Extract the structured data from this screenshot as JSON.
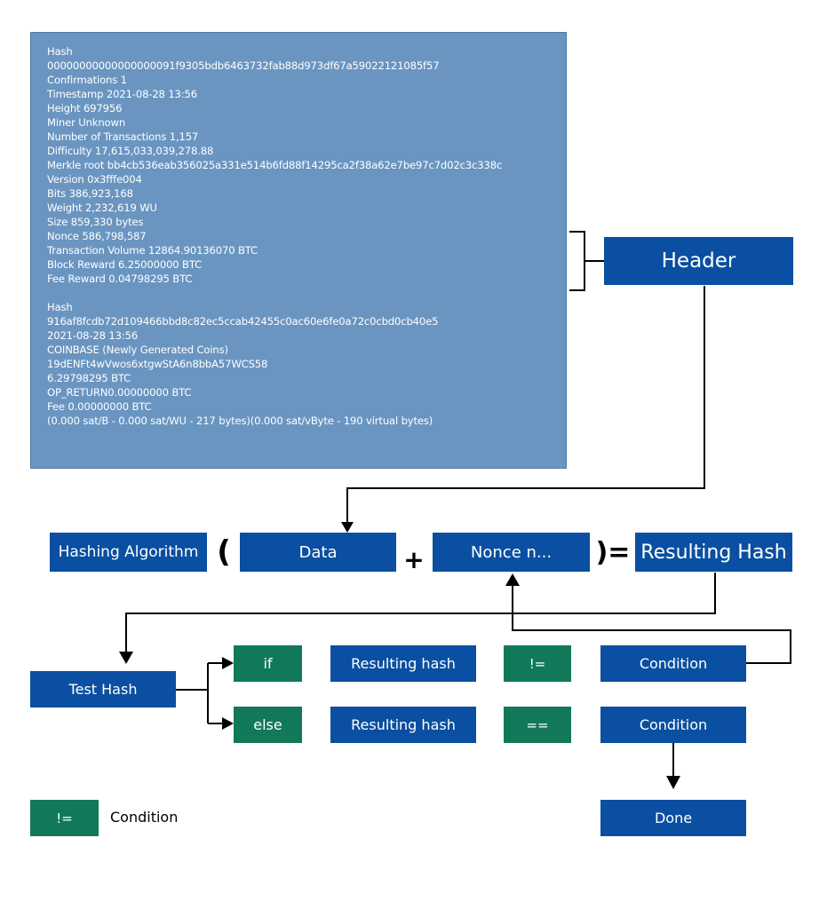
{
  "block_info": {
    "header_lines": [
      "Hash",
      "00000000000000000091f9305bdb6463732fab88d973df67a59022121085f57",
      "Confirmations 1",
      "Timestamp 2021-08-28 13:56",
      "Height 697956",
      "Miner Unknown",
      "Number of Transactions 1,157",
      "Difficulty 17,615,033,039,278.88",
      "Merkle root bb4cb536eab356025a331e514b6fd88f14295ca2f38a62e7be97c7d02c3c338c",
      "Version 0x3fffe004",
      "Bits 386,923,168",
      "Weight 2,232,619 WU",
      "Size 859,330 bytes",
      "Nonce 586,798,587",
      "Transaction Volume 12864.90136070 BTC",
      "Block Reward 6.25000000 BTC",
      "Fee Reward 0.04798295 BTC"
    ],
    "transaction_lines": [
      "Hash",
      "916af8fcdb72d109466bbd8c82ec5ccab42455c0ac60e6fe0a72c0cbd0cb40e5",
      "2021-08-28 13:56",
      "COINBASE (Newly Generated Coins)",
      "19dENFt4wVwos6xtgwStA6n8bbA57WCS58",
      "6.29798295 BTC",
      "OP_RETURN0.00000000 BTC",
      "Fee 0.00000000 BTC",
      "(0.000 sat/B - 0.000 sat/WU - 217 bytes)(0.000 sat/vByte - 190 virtual bytes)"
    ]
  },
  "header_label": "Header",
  "equation": {
    "algorithm": "Hashing Algorithm",
    "open_paren": "(",
    "data": "Data",
    "plus": "+",
    "nonce": "Nonce n...",
    "close_equals": ")=",
    "result": "Resulting Hash"
  },
  "test": {
    "test_hash": "Test Hash",
    "if_label": "if",
    "else_label": "else",
    "row1": {
      "subject": "Resulting hash",
      "operator": "!=",
      "condition": "Condition"
    },
    "row2": {
      "subject": "Resulting hash",
      "operator": "==",
      "condition": "Condition"
    },
    "done": "Done"
  },
  "legend": {
    "symbol": "!=",
    "label": "Condition"
  },
  "colors": {
    "panel": "#6a95c1",
    "box_blue": "#0a4fa1",
    "box_green": "#11795a",
    "connector": "#000000"
  }
}
